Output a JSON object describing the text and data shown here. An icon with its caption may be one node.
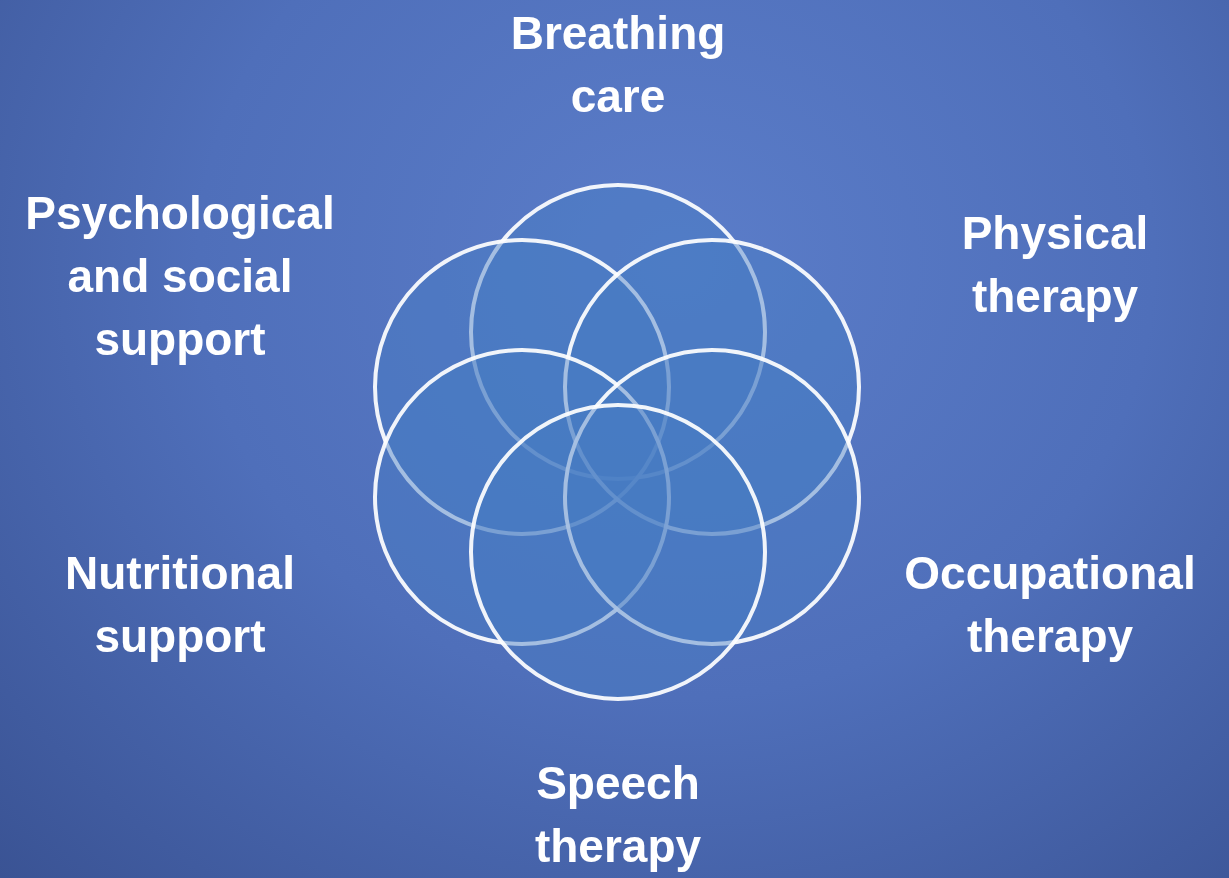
{
  "diagram": {
    "nodes": [
      {
        "text": [],
        "shape": "circle"
      },
      {
        "text": [],
        "shape": "circle"
      },
      {
        "text": [],
        "shape": "circle"
      },
      {
        "text": [],
        "shape": "circle"
      },
      {
        "text": [],
        "shape": "circle"
      },
      {
        "text": [],
        "shape": "circle"
      }
    ],
    "edges": [],
    "labels": [
      "Breathing care",
      "Psychological and social support",
      "Physical therapy",
      "Nutritional support",
      "Occupational therapy",
      "Speech therapy"
    ]
  }
}
